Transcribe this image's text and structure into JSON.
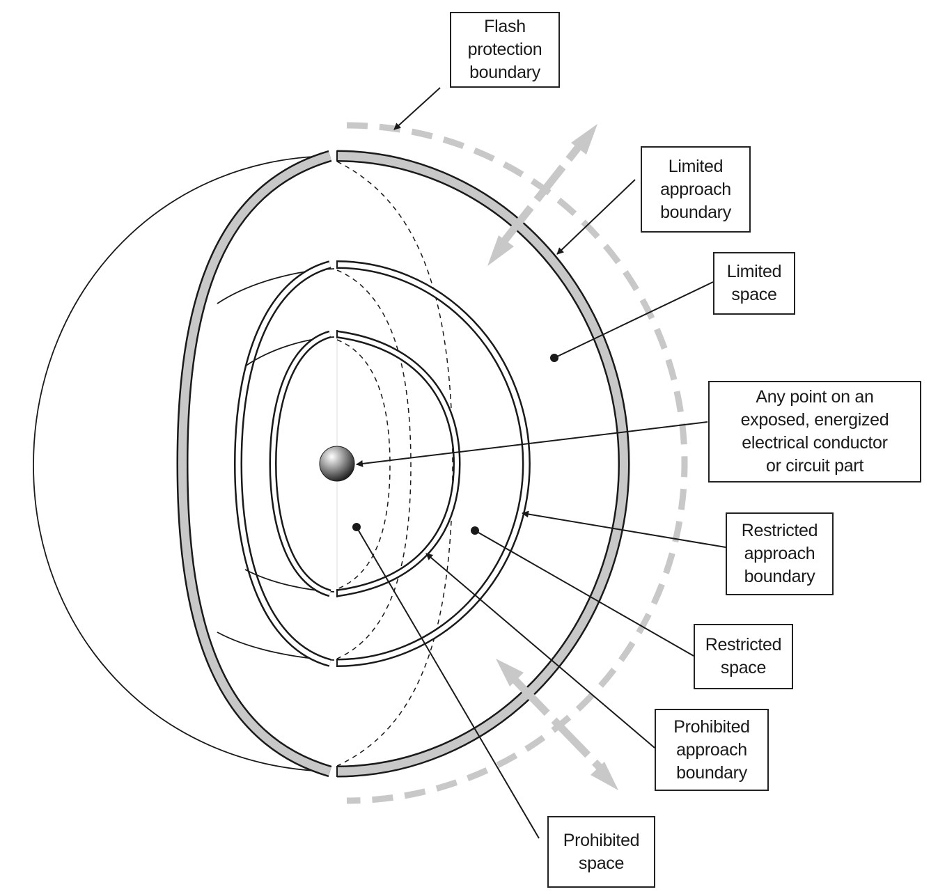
{
  "labels": {
    "flash_protection_boundary": [
      "Flash",
      "protection",
      "boundary"
    ],
    "limited_approach_boundary": [
      "Limited",
      "approach",
      "boundary"
    ],
    "limited_space": [
      "Limited",
      "space"
    ],
    "energized_conductor": [
      "Any point on an",
      "exposed, energized",
      "electrical conductor",
      "or circuit part"
    ],
    "restricted_approach_boundary": [
      "Restricted",
      "approach",
      "boundary"
    ],
    "restricted_space": [
      "Restricted",
      "space"
    ],
    "prohibited_approach_boundary": [
      "Prohibited",
      "approach",
      "boundary"
    ],
    "prohibited_space": [
      "Prohibited",
      "space"
    ]
  },
  "colors": {
    "boundary_band": "#c8c8c8",
    "flash_boundary_dash": "#c8c8c8",
    "line": "#1a1a1a"
  }
}
